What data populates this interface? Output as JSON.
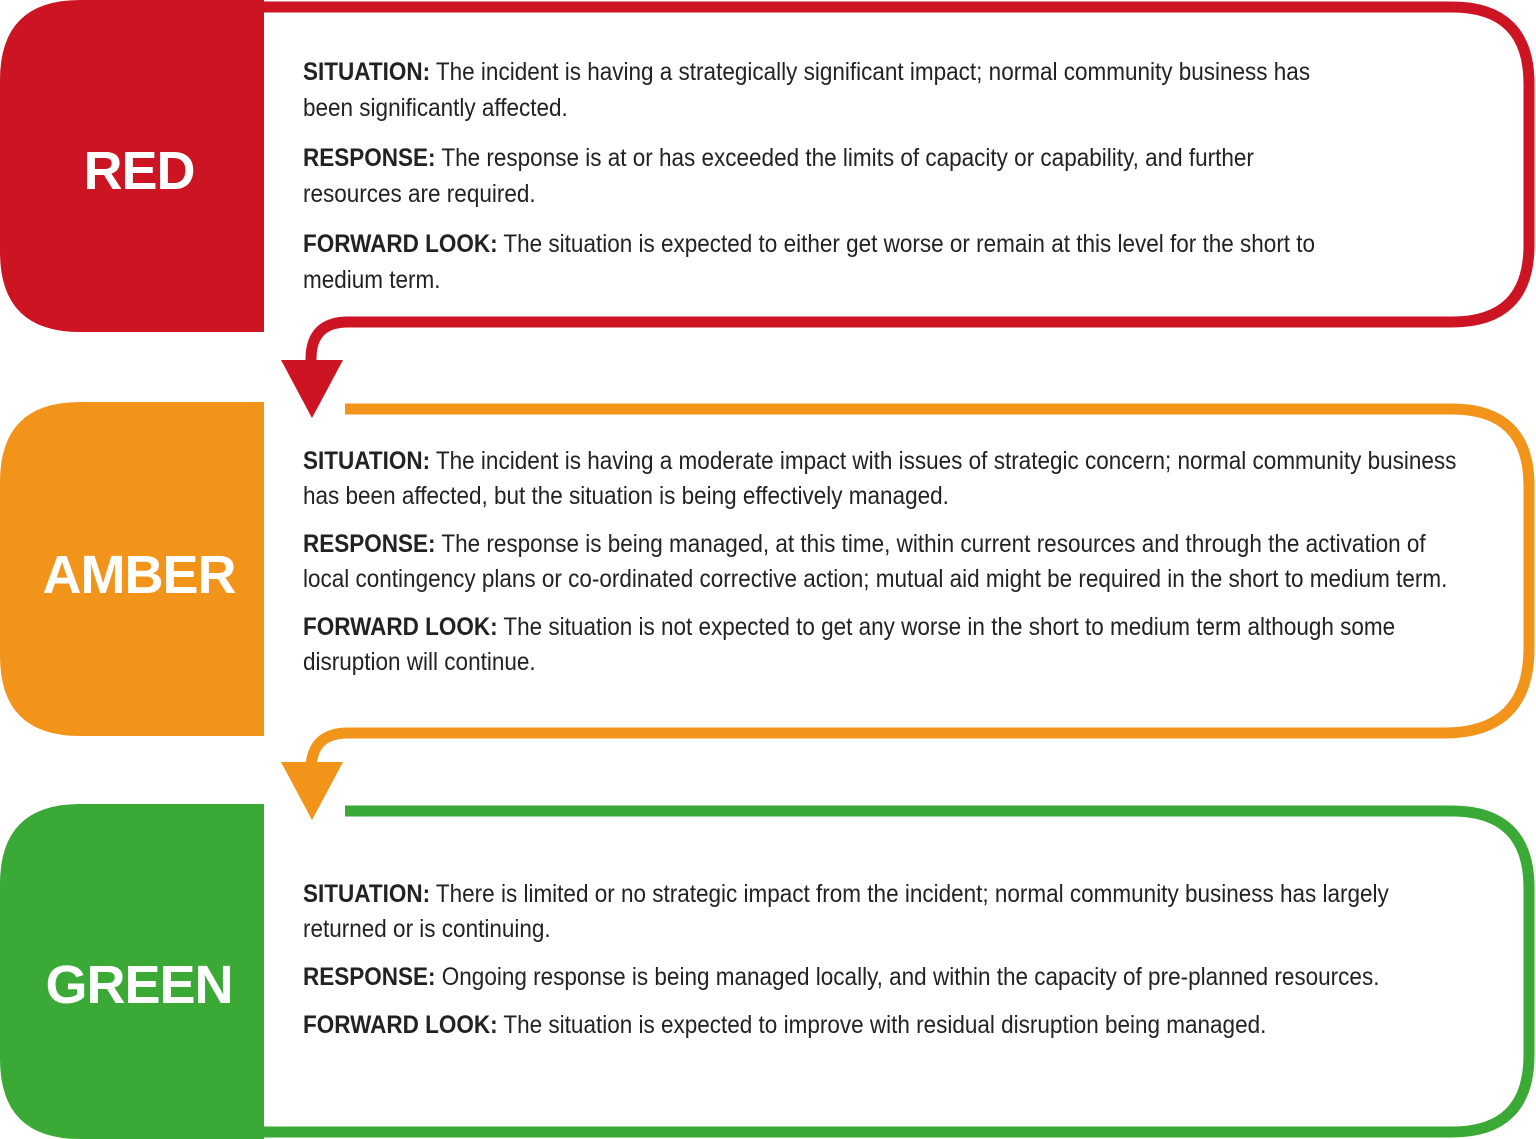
{
  "colors": {
    "red": "#cc1423",
    "amber": "#f2941a",
    "green": "#3aa935",
    "text": "#222222"
  },
  "levels": [
    {
      "name": "RED",
      "situation_label": "SITUATION:",
      "situation_text": " The incident is having a strategically significant impact; normal community business has been significantly affected.",
      "response_label": "RESPONSE:",
      "response_text": " The response is at or has exceeded the limits of capacity or capability, and further resources are required.",
      "forward_label": "FORWARD LOOK:",
      "forward_text": " The situation is expected to either get worse or remain at this level for the short to medium term."
    },
    {
      "name": "AMBER",
      "situation_label": "SITUATION:",
      "situation_text": " The incident is having a moderate impact with issues of strategic concern; normal community business has been affected, but the situation is being effectively managed.",
      "response_label": "RESPONSE:",
      "response_text": " The response is being managed, at this time, within current resources and through the activation of local contingency plans or co-ordinated corrective action; mutual aid might be required in the short to medium term.",
      "forward_label": "FORWARD LOOK:",
      "forward_text": " The situation is not expected to get any worse in the short to medium term although some disruption will continue."
    },
    {
      "name": "GREEN",
      "situation_label": "SITUATION:",
      "situation_text": " There is limited or no strategic impact from the incident; normal community business has largely returned or is continuing.",
      "response_label": "RESPONSE:",
      "response_text": " Ongoing response is being managed locally, and within the capacity of pre-planned resources.",
      "forward_label": "FORWARD LOOK:",
      "forward_text": " The situation is expected to improve with residual disruption being managed."
    }
  ]
}
